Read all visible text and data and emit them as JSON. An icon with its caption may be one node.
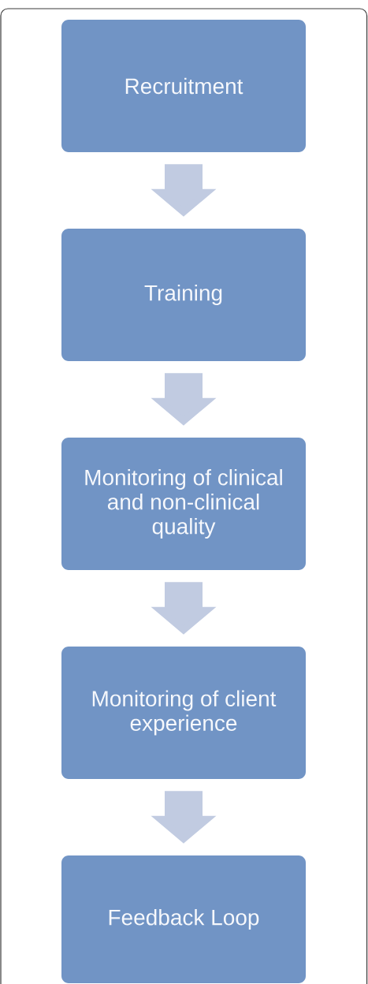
{
  "diagram": {
    "nodes": [
      {
        "text": [
          "Recruitment"
        ]
      },
      {
        "text": [
          "Training"
        ]
      },
      {
        "text": [
          "Monitoring of clinical and non-clinical quality"
        ]
      },
      {
        "text": [
          "Monitoring of client experience"
        ]
      },
      {
        "text": [
          "Feedback Loop"
        ]
      }
    ],
    "edges": [
      {
        "from": 0,
        "to": 1,
        "arrow": "to"
      },
      {
        "from": 1,
        "to": 2,
        "arrow": "to"
      },
      {
        "from": 2,
        "to": 3,
        "arrow": "to"
      },
      {
        "from": 3,
        "to": 4,
        "arrow": "to"
      }
    ]
  }
}
